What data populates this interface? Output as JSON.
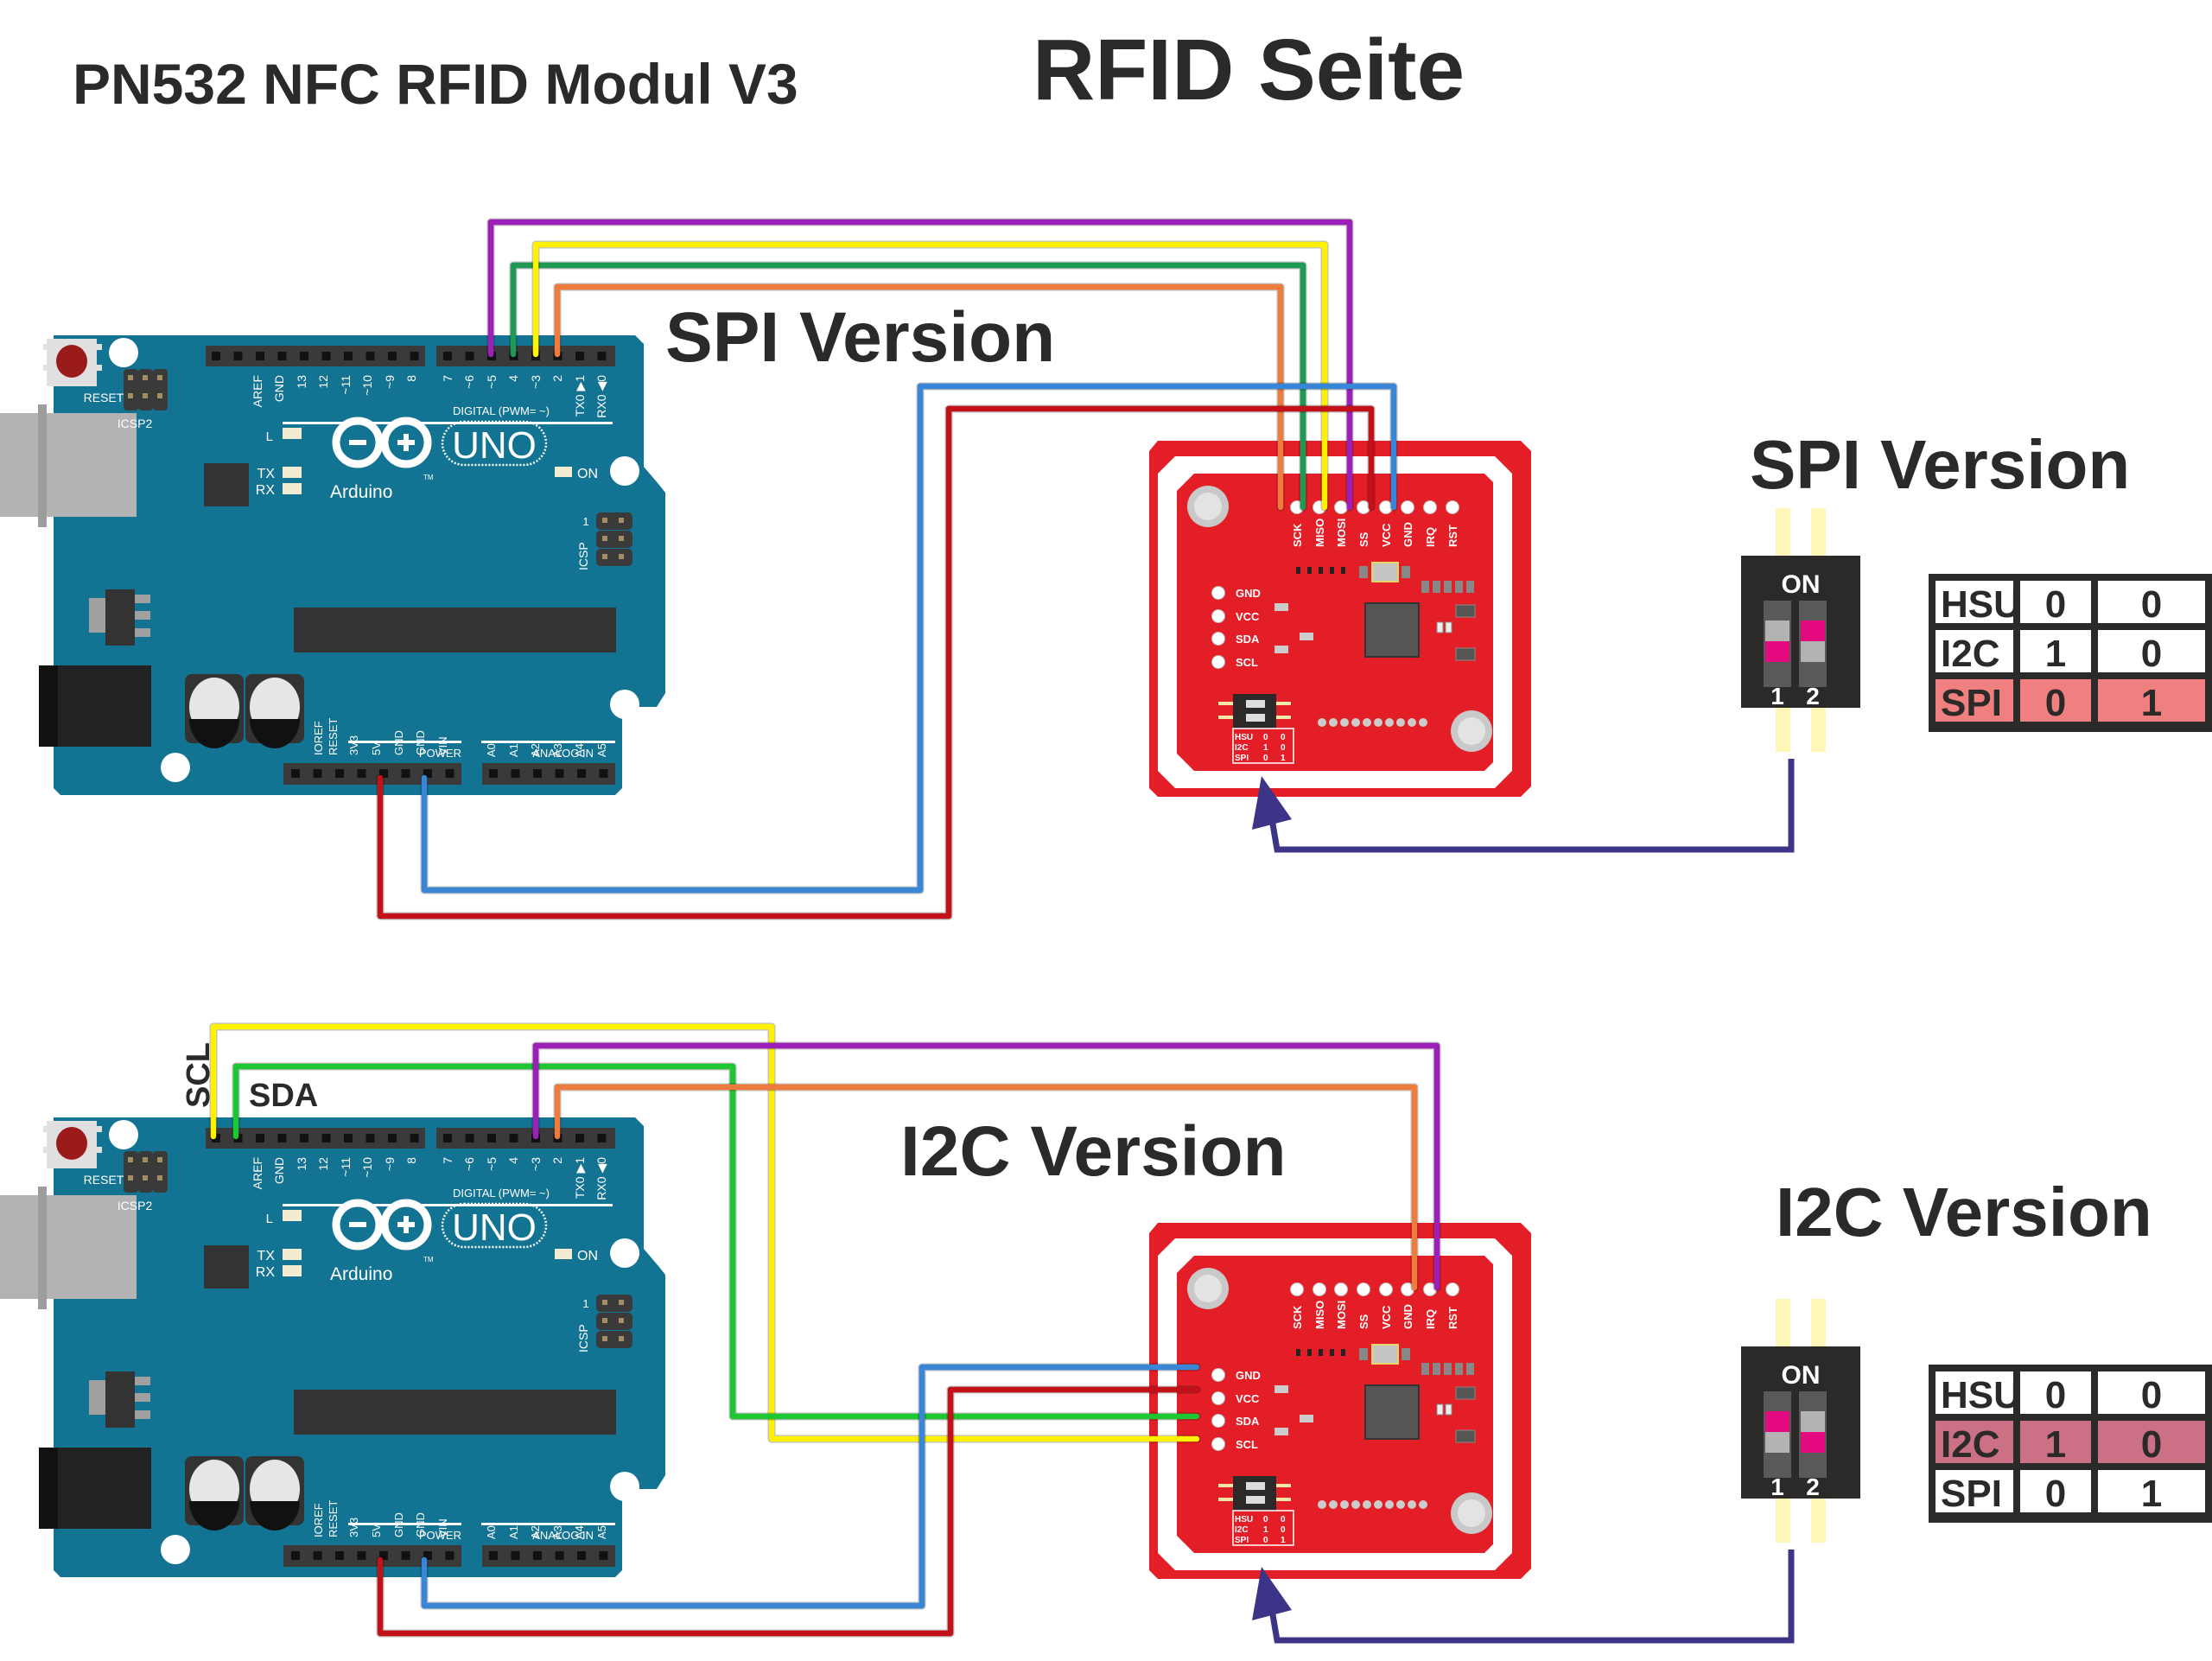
{
  "header": {
    "module_title": "PN532 NFC RFID Modul V3",
    "page_title": "RFID Seite"
  },
  "colors": {
    "arduino_board": "#137392",
    "rfid_board": "#e31e26",
    "wire_purple": "#9b1fb8",
    "wire_yellow": "#fff200",
    "wire_green_spi": "#1f9a55",
    "wire_green_i2c": "#1ec631",
    "wire_orange": "#ef7b3c",
    "wire_blue": "#3a86d6",
    "wire_red": "#c21118",
    "arrow": "#3b3487",
    "dip_active": "#e4097f",
    "row_spi_highlight": "#f08080",
    "row_i2c_highlight": "#cc7185"
  },
  "arduino": {
    "reset_label": "RESET",
    "icsp2_label": "ICSP2",
    "icsp_label": "ICSP",
    "icsp_pin1": "1",
    "l_label": "L",
    "tx_label": "TX",
    "rx_label": "RX",
    "on_label": "ON",
    "brand": "Arduino",
    "model": "UNO",
    "tm": "TM",
    "digital_label": "DIGITAL (PWM= ~)",
    "power_label": "POWER",
    "analog_label": "ANALOG IN",
    "top_pins_left": [
      "AREF",
      "GND",
      "13",
      "12",
      "~11",
      "~10",
      "~9",
      "8"
    ],
    "top_pins_right": [
      "7",
      "~6",
      "~5",
      "4",
      "~3",
      "2",
      "TX0 ▶1",
      "RX0 ◀0"
    ],
    "power_pins": [
      "IOREF",
      "RESET",
      "3V3",
      "5V",
      "GND",
      "GND",
      "VIN"
    ],
    "analog_pins": [
      "A0",
      "A1",
      "A2",
      "A3",
      "A4",
      "A5"
    ]
  },
  "rfid": {
    "top_pins": [
      "SCK",
      "MISO",
      "MOSI",
      "SS",
      "VCC",
      "GND",
      "IRQ",
      "RST"
    ],
    "side_pins": [
      "GND",
      "VCC",
      "SDA",
      "SCL"
    ],
    "dip_labels": [
      "1",
      "2"
    ],
    "dip_on": "ON",
    "mini_table": [
      [
        "HSU",
        "0",
        "0"
      ],
      [
        "I2C",
        "1",
        "0"
      ],
      [
        "SPI",
        "0",
        "1"
      ]
    ]
  },
  "spi_section": {
    "center_label": "SPI Version",
    "side_label": "SPI Version",
    "dip_on_label": "ON",
    "dip_numbers": [
      "1",
      "2"
    ],
    "dip_state": [
      0,
      1
    ],
    "highlighted_row": "SPI",
    "table": [
      [
        "HSU",
        "0",
        "0"
      ],
      [
        "I2C",
        "1",
        "0"
      ],
      [
        "SPI",
        "0",
        "1"
      ]
    ],
    "connections": [
      {
        "arduino": "D5",
        "rfid": "SS",
        "color": "purple"
      },
      {
        "arduino": "D4",
        "rfid": "MISO",
        "color": "green"
      },
      {
        "arduino": "D3",
        "rfid": "MOSI",
        "color": "yellow"
      },
      {
        "arduino": "D2",
        "rfid": "SCK",
        "color": "orange"
      },
      {
        "arduino": "5V",
        "rfid": "VCC",
        "color": "red"
      },
      {
        "arduino": "GND",
        "rfid": "GND",
        "color": "blue"
      }
    ]
  },
  "i2c_section": {
    "center_label": "I2C Version",
    "side_label": "I2C Version",
    "scl_label": "SCL",
    "sda_label": "SDA",
    "dip_on_label": "ON",
    "dip_numbers": [
      "1",
      "2"
    ],
    "dip_state": [
      1,
      0
    ],
    "highlighted_row": "I2C",
    "table": [
      [
        "HSU",
        "0",
        "0"
      ],
      [
        "I2C",
        "1",
        "0"
      ],
      [
        "SPI",
        "0",
        "1"
      ]
    ],
    "connections": [
      {
        "arduino": "SCL",
        "rfid": "SCL",
        "color": "yellow"
      },
      {
        "arduino": "SDA",
        "rfid": "SDA",
        "color": "green"
      },
      {
        "arduino": "D3",
        "rfid": "RST",
        "color": "purple"
      },
      {
        "arduino": "D2",
        "rfid": "IRQ",
        "color": "orange"
      },
      {
        "arduino": "5V",
        "rfid": "VCC",
        "color": "red"
      },
      {
        "arduino": "GND",
        "rfid": "GND",
        "color": "blue"
      }
    ]
  }
}
